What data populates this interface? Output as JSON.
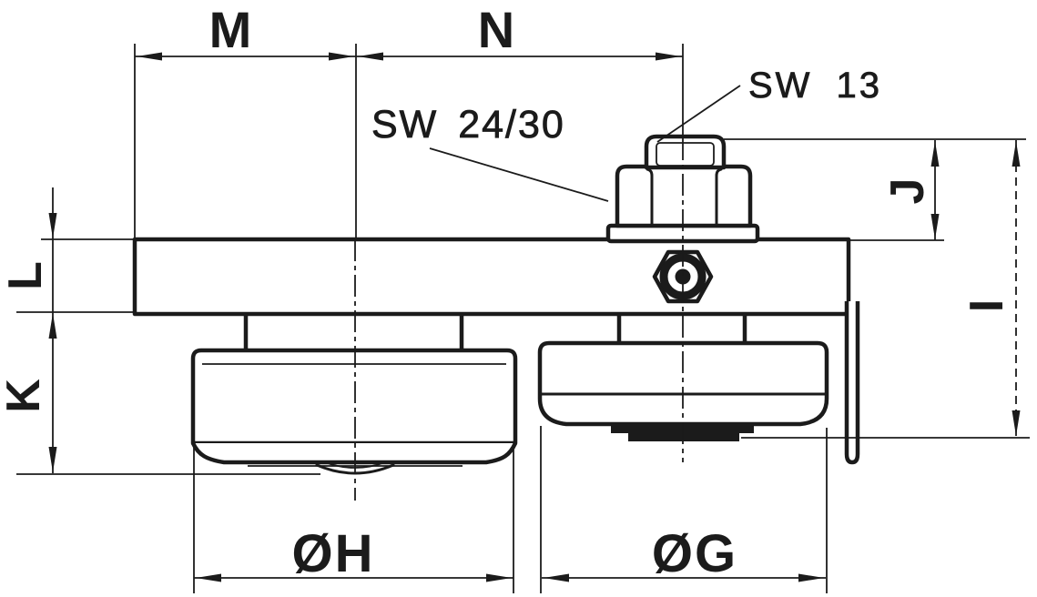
{
  "drawing": {
    "background": "#ffffff",
    "line_color": "#1b1b1b",
    "dimensions": {
      "top_left": "M",
      "top_right": "N",
      "left_upper": "L",
      "left_lower": "K",
      "right_upper": "J",
      "right_overall": "I",
      "left_wheel_diameter": "ØH",
      "right_wheel_diameter": "ØG"
    },
    "callouts": {
      "cap_nut_wrench": "SW 13",
      "hex_nut_wrench": "SW 24/30"
    }
  }
}
